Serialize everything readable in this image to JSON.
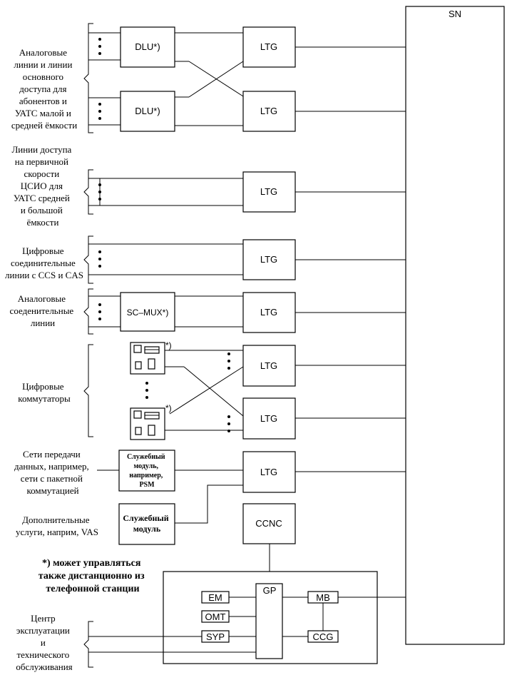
{
  "sn_label": "SN",
  "ltg_label": "LTG",
  "dlu_label": "DLU*)",
  "scmux_label": "SC–MUX*)",
  "ccnc_label": "CCNC",
  "gp_label": "GP",
  "em_label": "EM",
  "omt_label": "OMT",
  "syp_label": "SYP",
  "mb_label": "MB",
  "ccg_label": "CCG",
  "star_mark": "*)",
  "service_module_1": [
    "Служебный",
    "модуль,",
    "например,",
    "PSM"
  ],
  "service_module_2": [
    "Служебный",
    "модуль"
  ],
  "left_labels": {
    "analog_lines": [
      "Аналоговые",
      "линии и линии",
      "основного",
      "доступа для",
      "абонентов и",
      "УАТС малой и",
      "средней ёмкости"
    ],
    "primary_access": [
      "Линии доступа",
      "на первичной",
      "скорости",
      "ЦСИО для",
      "УАТС средней",
      "и большой",
      "ёмкости"
    ],
    "digital_trunks": [
      "Цифровые",
      "соединительные",
      "линии с CCS и CAS"
    ],
    "analog_trunks": [
      "Аналоговые",
      "соеденительные",
      "линии"
    ],
    "digital_switches": [
      "Цифровые",
      "коммутаторы"
    ],
    "data_networks": [
      "Сети передачи",
      "данных, например,",
      "сети с пакетной",
      "коммутацией"
    ],
    "extra_services": [
      "Дополнительные",
      "услуги, наприм, VAS"
    ],
    "maintenance_center": [
      "Центр",
      "эксплуатации",
      "и",
      "технического",
      "обслуживания"
    ]
  },
  "footnote": [
    "*) может управляться",
    "также дистанционно из",
    "телефонной станции"
  ]
}
